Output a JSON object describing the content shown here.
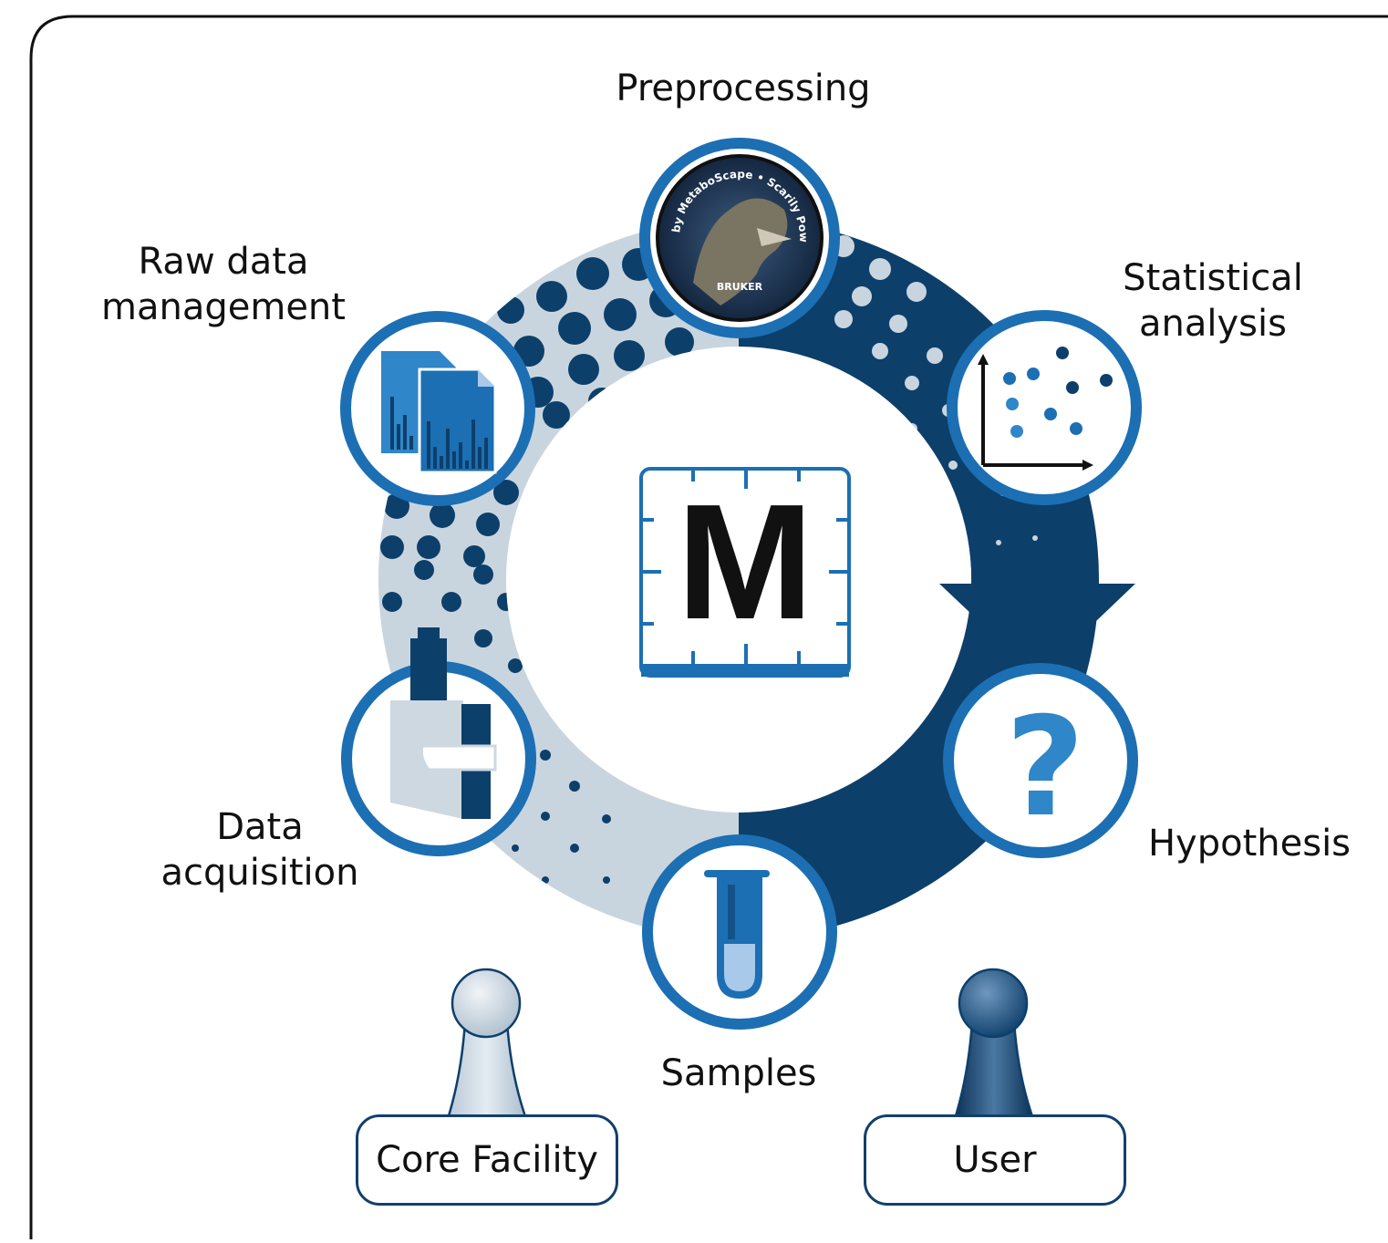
{
  "stages": {
    "preprocessing": "Preprocessing",
    "statistical_1": "Statistical",
    "statistical_2": "analysis",
    "hypothesis": "Hypothesis",
    "samples": "Samples",
    "data_acq_1": "Data",
    "data_acq_2": "acquisition",
    "raw_data_1": "Raw data",
    "raw_data_2": "management"
  },
  "roles": {
    "core_facility": "Core Facility",
    "user": "User"
  },
  "center_logo": {
    "letter": "M",
    "icon": "metaboscape-logo-icon"
  },
  "seal": {
    "text": "T-ReX by MetaboScape • Scarily Powerful",
    "brand": "BRUKER"
  },
  "icons": {
    "preprocessing": "trex-seal-icon",
    "statistical": "scatter-plot-icon",
    "hypothesis": "question-mark-icon",
    "samples": "test-tube-icon",
    "data_acquisition": "mass-spectrometer-icon",
    "raw_data": "documents-icon",
    "core_facility": "light-pawn-icon",
    "user": "dark-pawn-icon"
  },
  "colors": {
    "dark_blue": "#0d3f6b",
    "mid_blue": "#1c6fb3",
    "light_blue": "#2f86c8",
    "light_grey": "#c9d5de"
  }
}
